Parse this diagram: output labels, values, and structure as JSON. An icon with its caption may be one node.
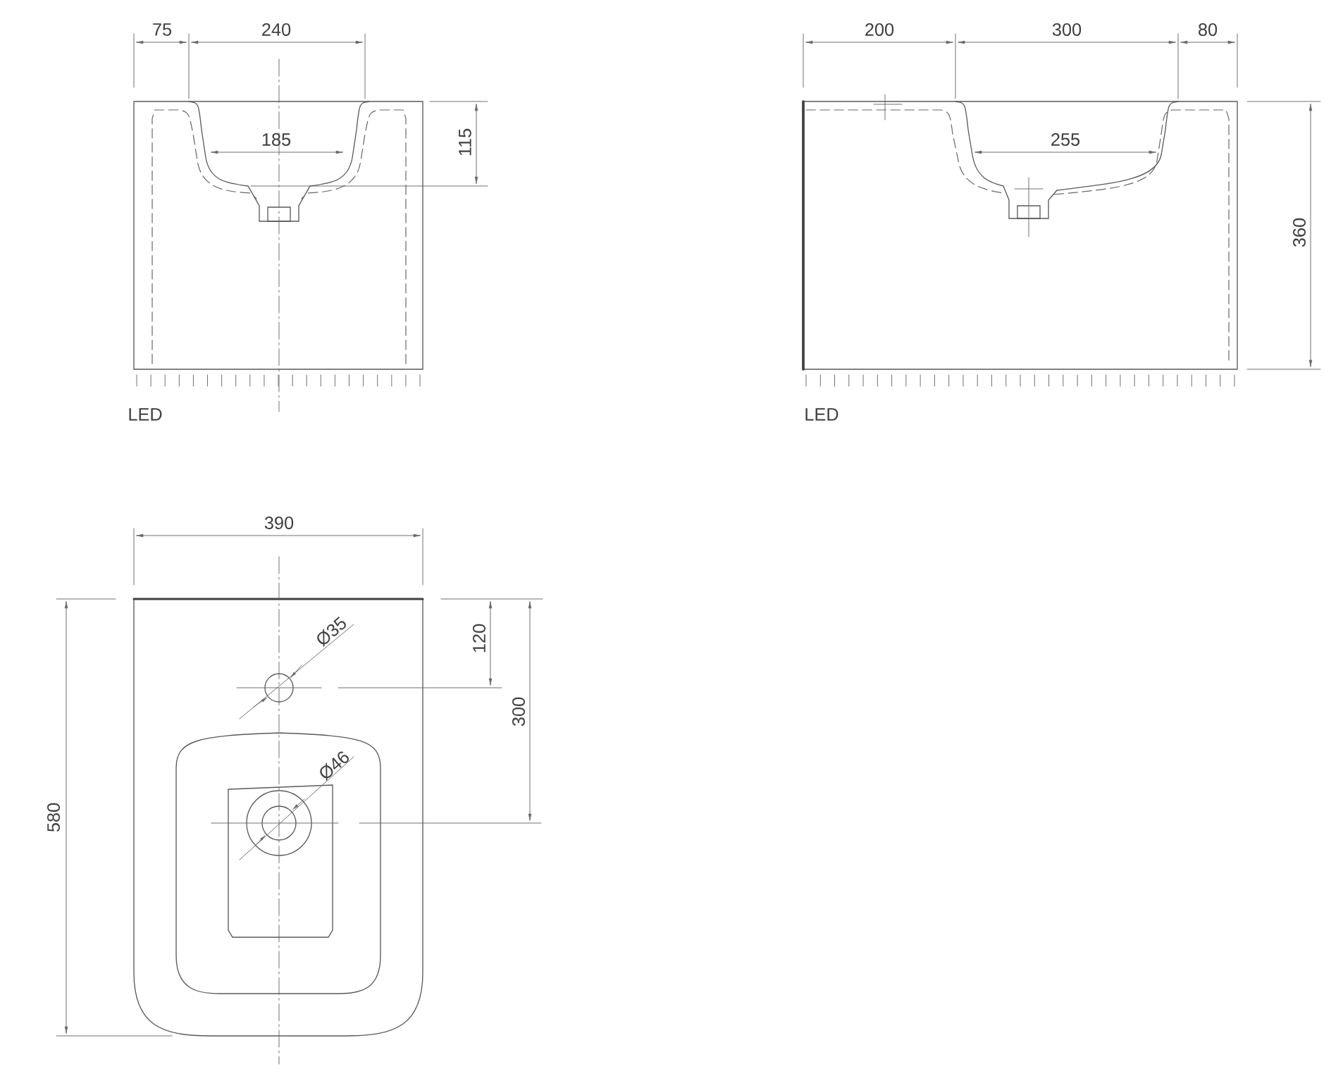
{
  "diagram": {
    "labels": [
      "75",
      "240",
      "185",
      "115",
      "LED",
      "200",
      "300",
      "80",
      "255",
      "360",
      "LED",
      "390",
      "Ø35",
      "120",
      "300",
      "Ø46",
      "580"
    ]
  }
}
